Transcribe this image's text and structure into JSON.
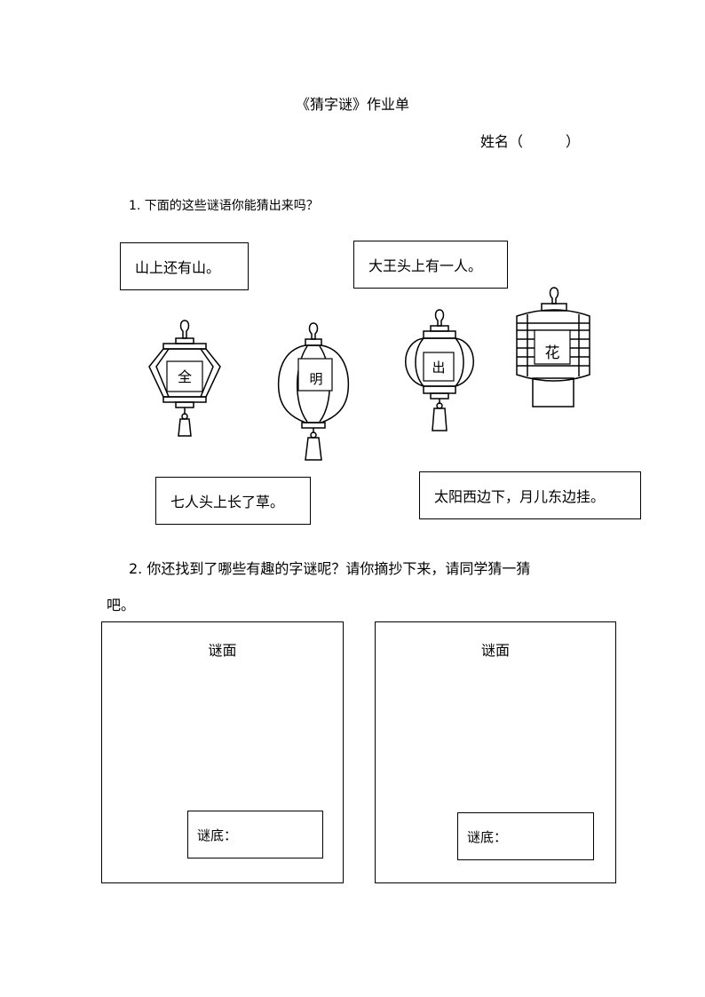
{
  "header": {
    "title": "《猜字谜》作业单",
    "name_field": "姓名（　　　）"
  },
  "question1": {
    "prompt": "1.  下面的这些谜语你能猜出来吗？",
    "riddles": [
      "山上还有山。",
      "大王头上有一人。",
      "七人头上长了草。",
      "太阳西边下，月儿东边挂。"
    ],
    "lanterns": [
      "全",
      "明",
      "出",
      "花"
    ]
  },
  "question2": {
    "prompt_line1": "2.  你还找到了哪些有趣的字谜呢？请你摘抄下来，请同学猜一猜",
    "prompt_line2": "吧。",
    "cards": [
      {
        "label": "谜面",
        "answer_label": "谜底："
      },
      {
        "label": "谜面",
        "answer_label": "谜底："
      }
    ]
  }
}
